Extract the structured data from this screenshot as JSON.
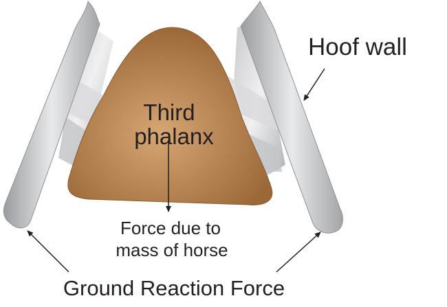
{
  "labels": {
    "hoof_wall": "Hoof wall",
    "third_phalanx_line1": "Third",
    "third_phalanx_line2": "phalanx",
    "force_line1": "Force due to",
    "force_line2": "mass of horse",
    "ground_reaction": "Ground Reaction Force"
  },
  "colors": {
    "bone": "#b07a48",
    "bone_light": "#d3a36f",
    "wall": "#b5b7ba",
    "wall_light": "#e6e7e8",
    "text": "#231f20"
  }
}
